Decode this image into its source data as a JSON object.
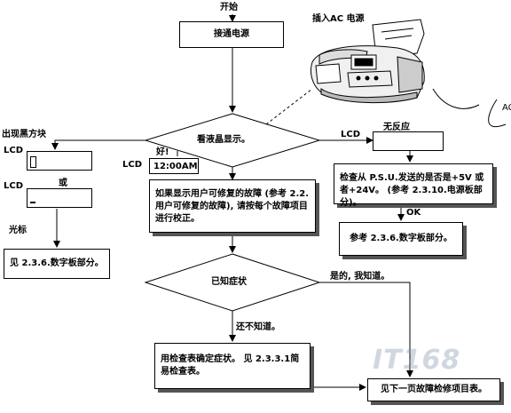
{
  "labels": {
    "start": "开始",
    "plug_in_ac": "插入AC 电源",
    "ac_edge": "AC",
    "blackblock_title": "出现黑方块",
    "lcd": "LCD",
    "or": "或",
    "cursor": "光标",
    "good": "好!",
    "no_response": "无反应",
    "ok": "OK",
    "yes_i_know": "是的, 我知道。",
    "not_yet": "还不知道。"
  },
  "boxes": {
    "power_on": "接通电源",
    "check_lcd": "看液晶显示。",
    "lcd_time": "12:00AM",
    "user_fault": "如果显示用户可修复的故障 (参考 2.2. 用户可修复的故障), 请按每个故障项目进行校正。",
    "keypad_left": "见 2.3.6.数字板部分。",
    "psu_check": "检查从 P.S.U.发送的是否是+5V 或者+24V。 (参考 2.3.10.电源板部分)。",
    "keypad_right": "参考 2.3.6.数字板部分。",
    "known_symptom": "已知症状",
    "checklist": "用检查表确定症状。 见 2.3.3.1简易检查表。",
    "next_page": "见下一页故障检修项目表。"
  },
  "watermark": "IT168",
  "colors": {
    "line": "#000000",
    "shadow": "#555555",
    "watermark": "#8ca0bc"
  }
}
